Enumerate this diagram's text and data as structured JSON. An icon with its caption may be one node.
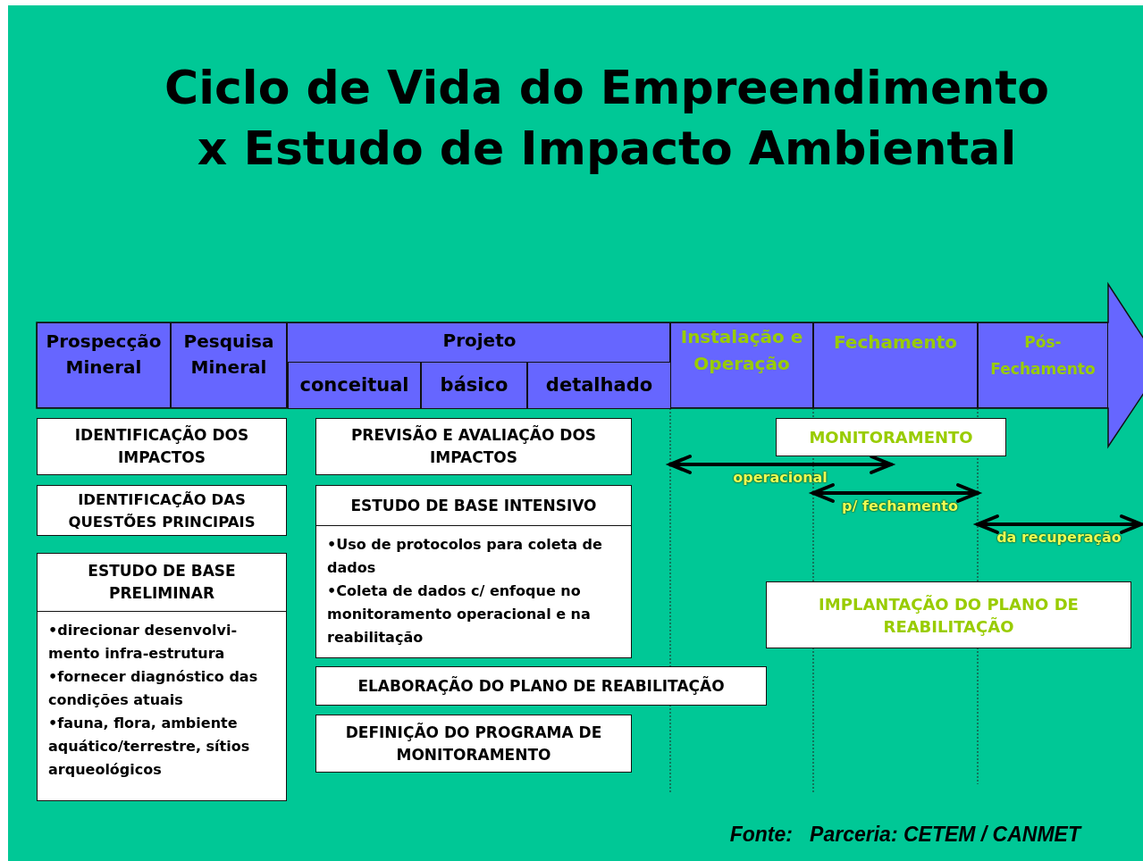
{
  "diagram": {
    "title": "Ciclo de Vida do Empreendimento x Estudo de Impacto Ambiental",
    "caption": "Fonte:   Parceria: CETEM / CANMET",
    "nodes": [
      {
        "text": [
          "Prospecção Mineral"
        ]
      },
      {
        "text": [
          "Pesquisa Mineral"
        ]
      },
      {
        "text": [
          "Projeto"
        ]
      },
      {
        "text": [
          "conceitual"
        ],
        "in": 2
      },
      {
        "text": [
          "básico"
        ],
        "in": 2
      },
      {
        "text": [
          "detalhado"
        ],
        "in": 2
      },
      {
        "text": [
          "Instalação e Operação"
        ]
      },
      {
        "text": [
          "Fechamento"
        ]
      },
      {
        "text": [
          "Pós-Fechamento"
        ]
      },
      {
        "text": [
          "IDENTIFICAÇÃO DOS IMPACTOS"
        ]
      },
      {
        "text": [
          "PREVISÃO E AVALIAÇÃO DOS IMPACTOS"
        ]
      },
      {
        "text": [
          "MONITORAMENTO"
        ]
      },
      {
        "text": [
          "IDENTIFICAÇÃO DAS QUESTÕES PRINCIPAIS"
        ]
      },
      {
        "text": [
          "ESTUDO DE BASE INTENSIVO",
          "•Uso de protocolos para coleta de dados",
          "•Coleta de dados c/ enfoque no monitoramento operacional e na reabilitação"
        ]
      },
      {
        "text": [
          "ESTUDO DE BASE PRELIMINAR",
          "•direcionar desenvolvi- mento infra-estrutura",
          "•fornecer diagnóstico das condições atuais",
          "•fauna, flora, ambiente aquático/terrestre, sítios arqueológicos"
        ]
      },
      {
        "text": [
          "IMPLANTAÇÃO DO PLANO DE REABILITAÇÃO"
        ]
      },
      {
        "text": [
          "ELABORAÇÃO DO PLANO DE REABILITAÇÃO"
        ]
      },
      {
        "text": [
          "DEFINIÇÃO DO PROGRAMA DE MONITORAMENTO"
        ]
      }
    ],
    "labels": [
      "operacional",
      "p/ fechamento",
      "da recuperação"
    ]
  }
}
